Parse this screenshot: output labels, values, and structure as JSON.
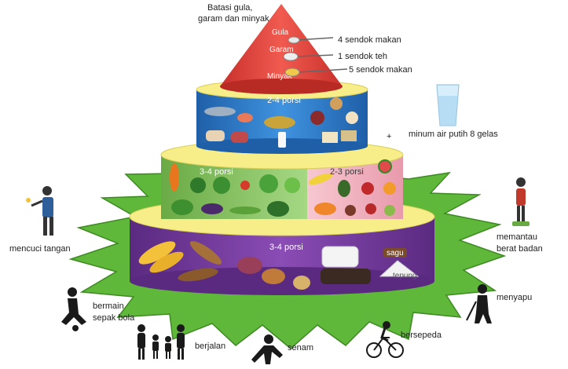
{
  "top": {
    "title_line1": "Batasi gula,",
    "title_line2": "garam dan minyak",
    "items": [
      {
        "label": "Gula",
        "amount": "4 sendok makan"
      },
      {
        "label": "Garam",
        "amount": "1 sendok teh"
      },
      {
        "label": "Minyak",
        "amount": "5 sendok makan"
      }
    ]
  },
  "tiers": {
    "protein": {
      "porsi": "2-4 porsi"
    },
    "vegetables": {
      "porsi": "3-4 porsi"
    },
    "fruits": {
      "porsi": "2-3 porsi"
    },
    "staples": {
      "porsi": "3-4 porsi",
      "tags": [
        "sagu",
        "tepung"
      ]
    }
  },
  "water": {
    "plus": "+",
    "text": "minum air putih 8 gelas"
  },
  "activities": {
    "handwash": "mencuci tangan",
    "weight_line1": "memantau",
    "weight_line2": "berat badan",
    "football_line1": "bermain",
    "football_line2": "sepak bola",
    "sweep": "menyapu",
    "walk": "berjalan",
    "exercise": "senam",
    "cycling": "bersepeda"
  },
  "colors": {
    "cone": "#e8453c",
    "protein_band": "#2f7fd0",
    "veg_band": "#8fc96a",
    "fruit_band": "#f2b9c4",
    "staple_band": "#7b3fa3",
    "tier_top": "#f7ee8a",
    "leaves": "#5fb83a"
  }
}
